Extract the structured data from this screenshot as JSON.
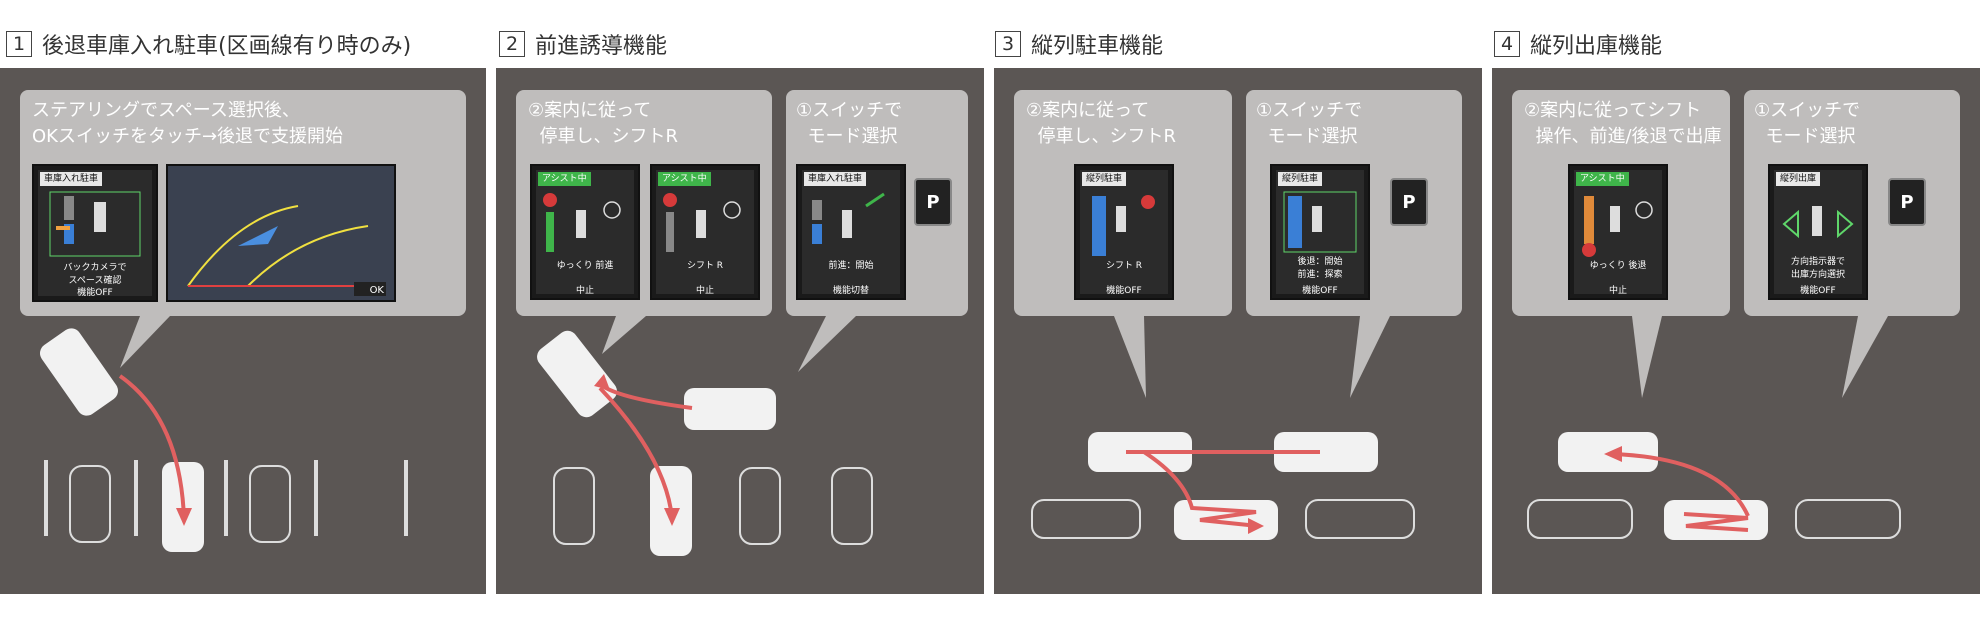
{
  "sections": [
    {
      "number": "1",
      "title": "後退車庫入れ駐車(区画線有り時のみ)",
      "bubble_text": "ステアリングでスペース選択後、\nOKスイッチをタッチ→後退で支援開始",
      "screen_title": "車庫入れ駐車",
      "screen_mid": "バックカメラで\nスペース確認",
      "screen_foot": "機能OFF",
      "camera_ok": "OK"
    },
    {
      "number": "2",
      "title": "前進誘導機能",
      "bubble_left": "②案内に従って\n  停車し、シフトR",
      "bubble_right": "①スイッチで\n  モード選択",
      "screen_a_title": "アシスト中",
      "screen_a_mid": "ゆっくり 前進",
      "screen_a_foot": "中止",
      "screen_b_title": "アシスト中",
      "screen_b_mid": "シフト R",
      "screen_b_foot": "中止",
      "screen_c_title": "車庫入れ駐車",
      "screen_c_mid": "前進：開始",
      "screen_c_foot": "機能切替",
      "switch_label": "P"
    },
    {
      "number": "3",
      "title": "縦列駐車機能",
      "bubble_left": "②案内に従って\n  停車し、シフトR",
      "bubble_right": "①スイッチで\n  モード選択",
      "screen_a_title": "縦列駐車",
      "screen_a_mid": "シフト R",
      "screen_a_foot": "機能OFF",
      "screen_b_title": "縦列駐車",
      "screen_b_mid": "後退：開始\n前進：探索",
      "screen_b_foot": "機能OFF",
      "switch_label": "P"
    },
    {
      "number": "4",
      "title": "縦列出庫機能",
      "bubble_left": "②案内に従ってシフト\n  操作、前進/後退で出庫",
      "bubble_right": "①スイッチで\n  モード選択",
      "screen_a_title": "アシスト中",
      "screen_a_mid": "ゆっくり 後退",
      "screen_a_foot": "中止",
      "screen_b_title": "縦列出庫",
      "screen_b_mid": "方向指示器で\n出庫方向選択",
      "screen_b_foot": "機能OFF",
      "switch_label": "P"
    }
  ],
  "colors": {
    "panel": "#5b5654",
    "bubble": "#bfbdbc",
    "arrow": "#e06060",
    "assist_green": "#3fb54a"
  }
}
